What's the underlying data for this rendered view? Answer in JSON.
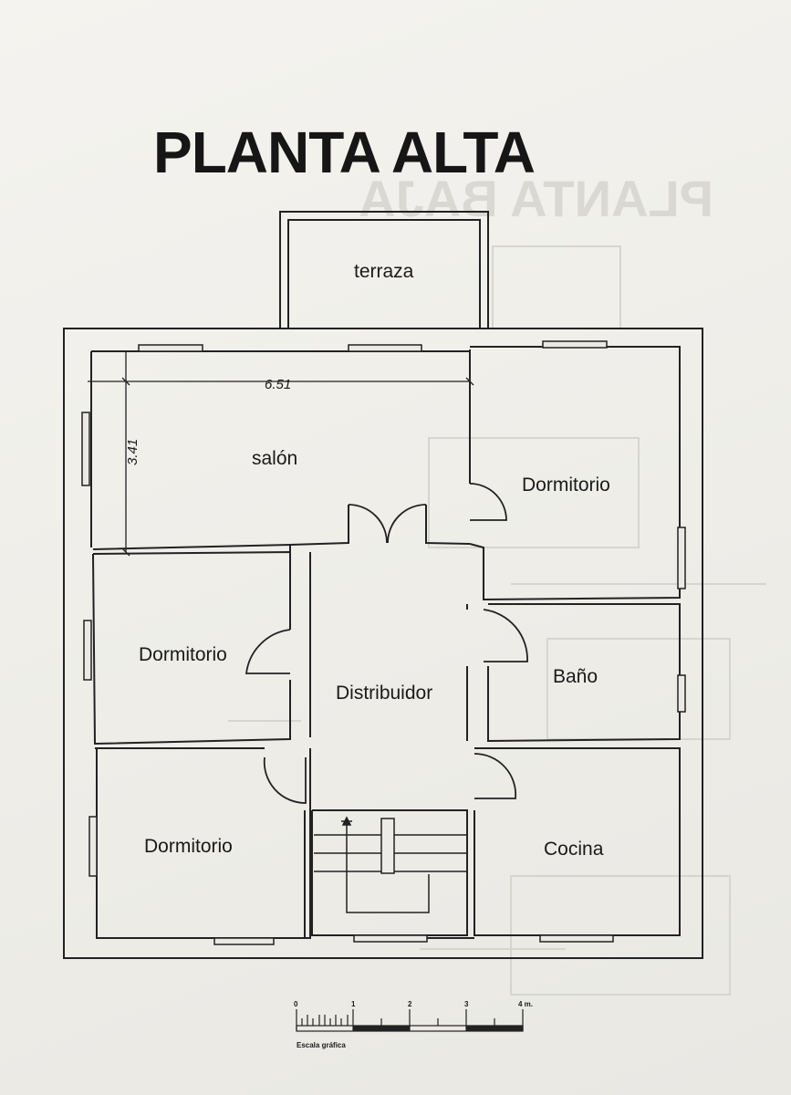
{
  "plan": {
    "title": "PLANTA ALTA",
    "rooms": {
      "terraza": "terraza",
      "salon": "salón",
      "dormitorio_ne": "Dormitorio",
      "dormitorio_w": "Dormitorio",
      "distribuidor": "Distribuidor",
      "bano": "Baño",
      "dormitorio_sw": "Dormitorio",
      "cocina": "Cocina"
    },
    "dimensions": {
      "salon_width": "6.51",
      "salon_depth": "3.41"
    },
    "scale": {
      "ticks": [
        "0",
        "1",
        "2",
        "3",
        "4 m."
      ],
      "caption": "Escala gráfica"
    }
  }
}
